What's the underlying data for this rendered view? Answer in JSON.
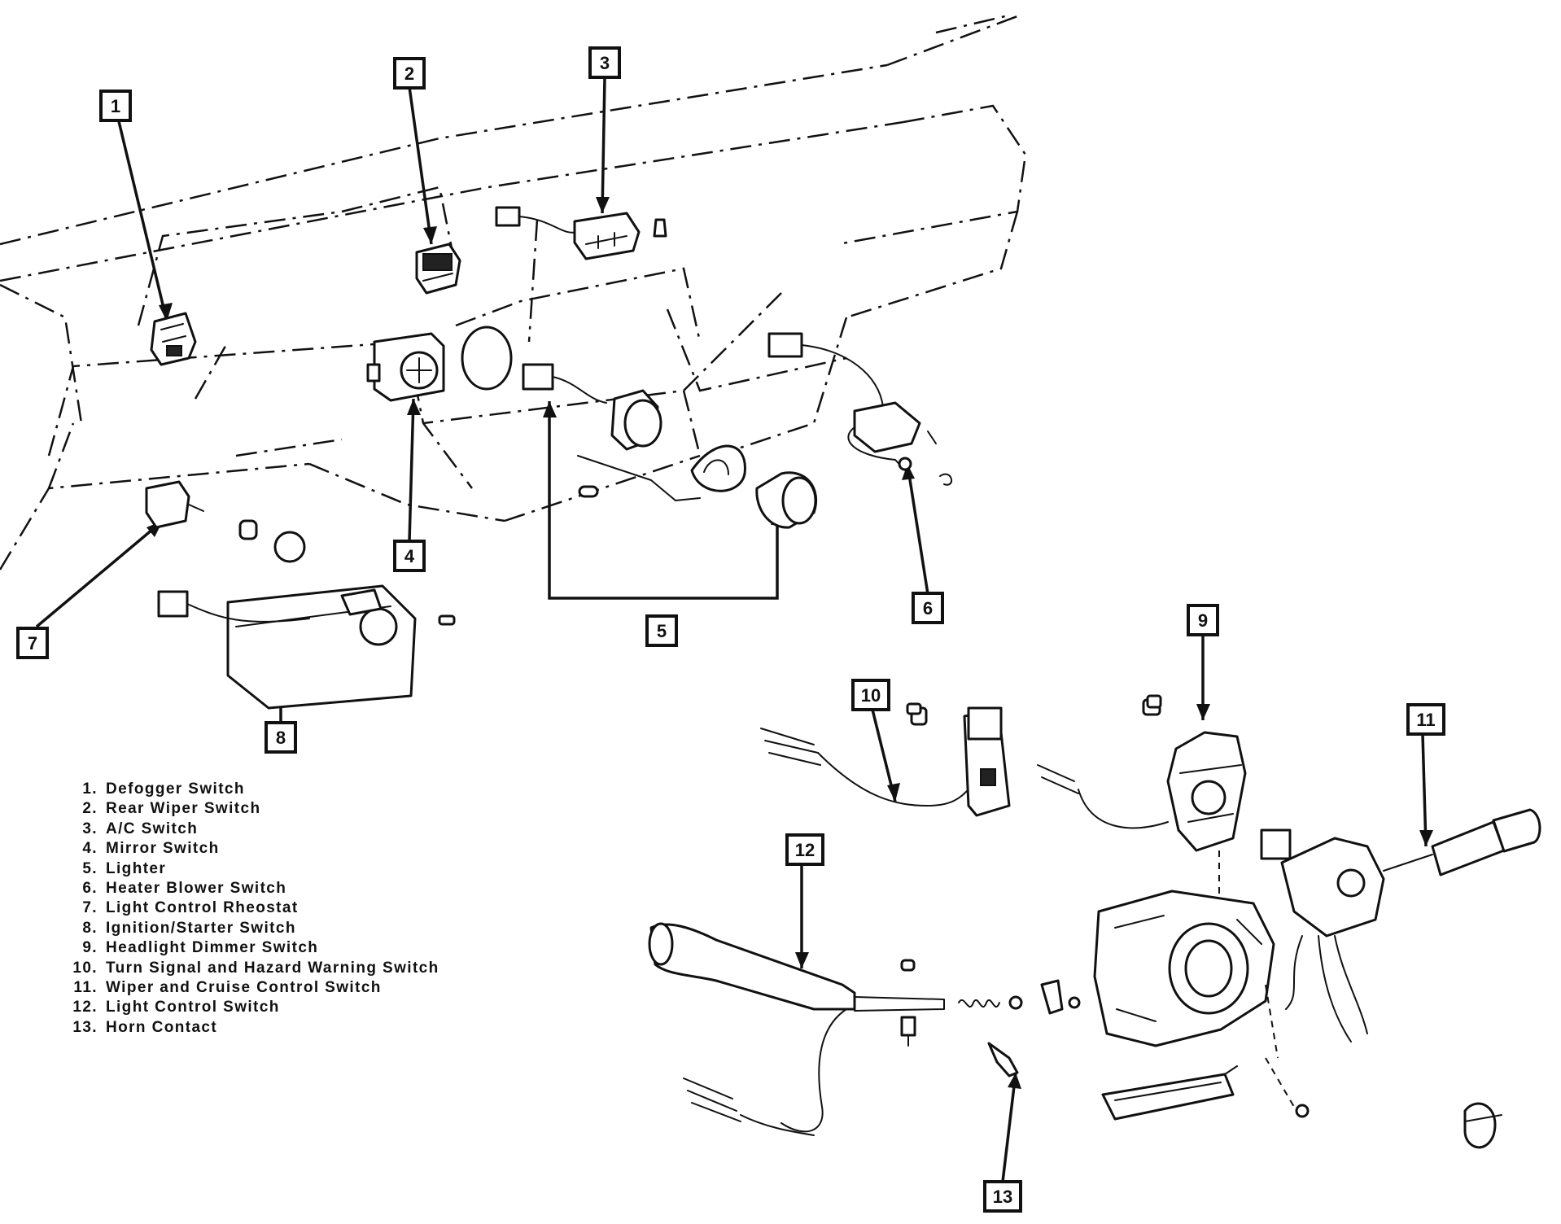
{
  "callouts": [
    "1",
    "2",
    "3",
    "4",
    "5",
    "6",
    "7",
    "8",
    "9",
    "10",
    "11",
    "12",
    "13"
  ],
  "legend": [
    {
      "num": "1.",
      "label": "Defogger Switch"
    },
    {
      "num": "2.",
      "label": "Rear Wiper Switch"
    },
    {
      "num": "3.",
      "label": "A/C Switch"
    },
    {
      "num": "4.",
      "label": "Mirror Switch"
    },
    {
      "num": "5.",
      "label": "Lighter"
    },
    {
      "num": "6.",
      "label": "Heater Blower Switch"
    },
    {
      "num": "7.",
      "label": "Light Control Rheostat"
    },
    {
      "num": "8.",
      "label": "Ignition/Starter Switch"
    },
    {
      "num": "9.",
      "label": "Headlight Dimmer Switch"
    },
    {
      "num": "10.",
      "label": "Turn Signal and Hazard Warning Switch"
    },
    {
      "num": "11.",
      "label": "Wiper and Cruise Control Switch"
    },
    {
      "num": "12.",
      "label": "Light Control Switch"
    },
    {
      "num": "13.",
      "label": "Horn Contact"
    }
  ]
}
